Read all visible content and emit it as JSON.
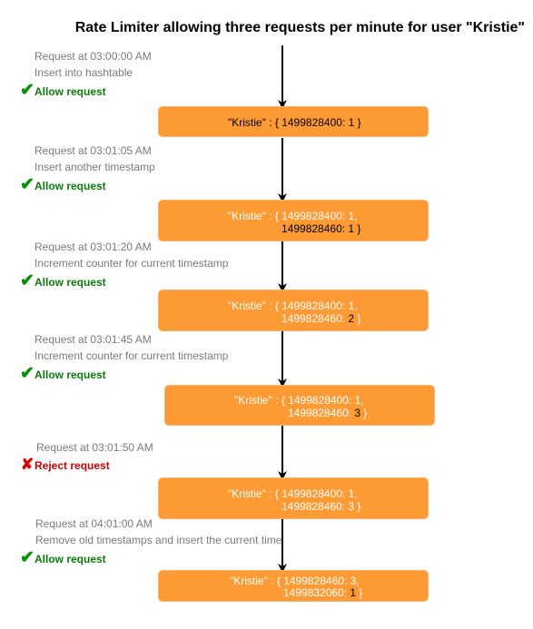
{
  "title": "Rate Limiter allowing three requests per minute for user \"Kristie\"",
  "colors": {
    "box": "#fe9a34",
    "allow": "#0a7a0a",
    "reject": "#cc0000",
    "annotation": "#7a7a7a"
  },
  "icons": {
    "allow": "check-mark",
    "reject": "x-mark"
  },
  "steps": [
    {
      "request": "Request at 03:00:00 AM",
      "action": "Insert into hashtable",
      "result": "Allow request",
      "mark": "✔",
      "box_line1": "\"Kristie\" : { 1499828400: 1 }",
      "box_line2": ""
    },
    {
      "request": "Request at 03:01:05 AM",
      "action": "Insert another timestamp",
      "result": "Allow request",
      "mark": "✔",
      "box_line1": "\"Kristie\" : { 1499828400: 1,",
      "box_line2_key": "1499828460: ",
      "box_line2_val": "1",
      "box_line2_end": " }"
    },
    {
      "request": "Request at 03:01:20 AM",
      "action": "Increment counter for current timestamp",
      "result": "Allow request",
      "mark": "✔",
      "box_line1": "\"Kristie\" : { 1499828400: 1,",
      "box_line2_key": "1499828460: ",
      "box_line2_val": "2",
      "box_line2_end": " }"
    },
    {
      "request": "Request at 03:01:45 AM",
      "action": "Increment counter for current timestamp",
      "result": "Allow request",
      "mark": "✔",
      "box_line1": "\"Kristie\" : { 1499828400: 1,",
      "box_line2_key": "1499828460: ",
      "box_line2_val": "3",
      "box_line2_end": " }"
    },
    {
      "request": "Request at 03:01:50 AM",
      "action": "",
      "result": "Reject request",
      "mark": "✘",
      "box_line1": "\"Kristie\" : { 1499828400: 1,",
      "box_line2_key": "1499828460: 3 }",
      "box_line2_val": "",
      "box_line2_end": ""
    },
    {
      "request": "Request at 04:01:00 AM",
      "action": "Remove old timestamps and insert the current time",
      "result": "Allow request",
      "mark": "✔",
      "box_line1": "\"Kristie\" : { 1499828460: 3,",
      "box_line2_key": "1499832060: ",
      "box_line2_val": "1",
      "box_line2_end": " }"
    }
  ]
}
